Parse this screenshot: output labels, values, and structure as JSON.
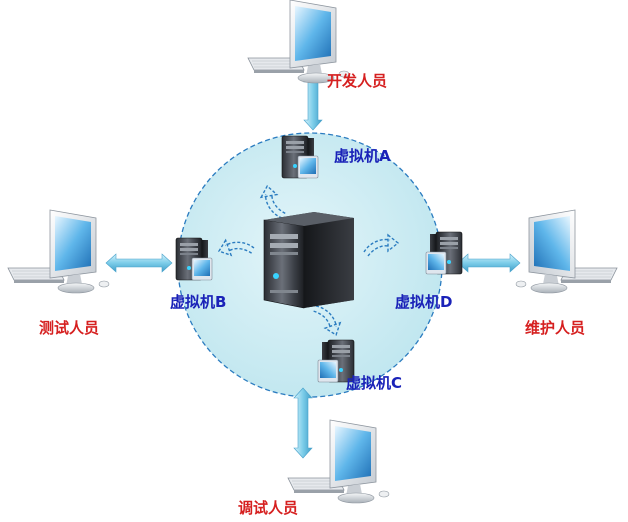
{
  "diagram": {
    "vm_labels": {
      "a": "虚拟机A",
      "b": "虚拟机B",
      "c": "虚拟机C",
      "d": "虚拟机D"
    },
    "user_labels": {
      "developer": "开发人员",
      "tester": "测试人员",
      "maintainer": "维护人员",
      "debugger": "调试人员"
    },
    "colors": {
      "circle_fill": "#bfe6ef",
      "circle_stroke": "#2b7cc0",
      "arrow_blue": "#8fd6f2",
      "user_label": "#d62020",
      "vm_label": "#1a22b8"
    }
  }
}
